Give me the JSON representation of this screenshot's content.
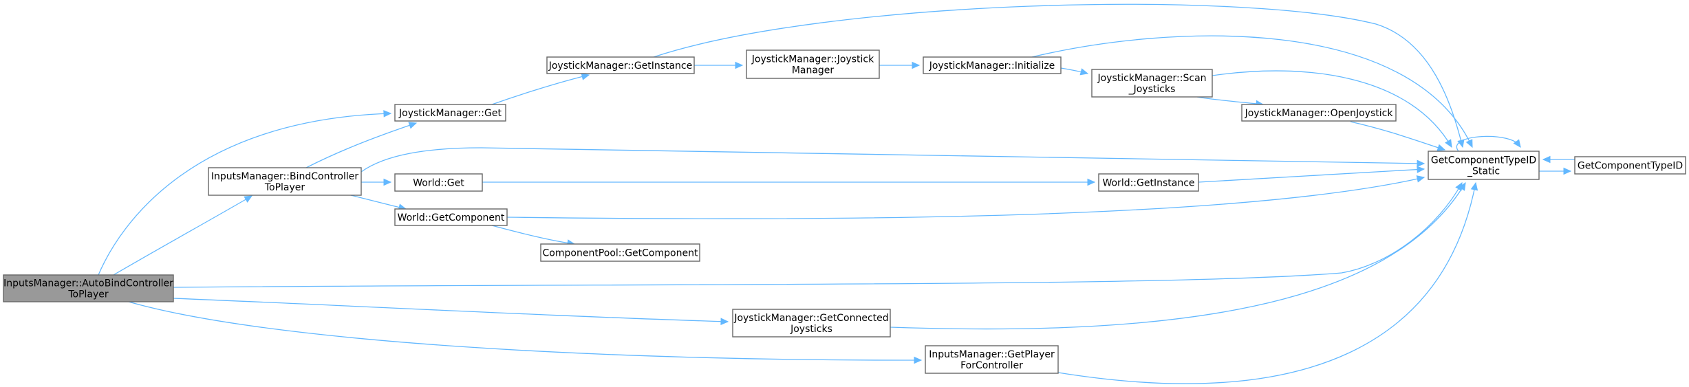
{
  "diagram": {
    "nodes": [
      {
        "id": "auto_bind",
        "lines": [
          "InputsManager::AutoBindController",
          "ToPlayer"
        ],
        "root": true
      },
      {
        "id": "bind_ctrl",
        "lines": [
          "InputsManager::BindController",
          "ToPlayer"
        ]
      },
      {
        "id": "js_get",
        "lines": [
          "JoystickManager::Get"
        ]
      },
      {
        "id": "js_getinst",
        "lines": [
          "JoystickManager::GetInstance"
        ]
      },
      {
        "id": "js_ctor",
        "lines": [
          "JoystickManager::Joystick",
          "Manager"
        ]
      },
      {
        "id": "js_init",
        "lines": [
          "JoystickManager::Initialize"
        ]
      },
      {
        "id": "js_scan",
        "lines": [
          "JoystickManager::Scan",
          "_Joysticks"
        ]
      },
      {
        "id": "js_open",
        "lines": [
          "JoystickManager::OpenJoystick"
        ]
      },
      {
        "id": "gct_static",
        "lines": [
          "GetComponentTypeID",
          "_Static"
        ]
      },
      {
        "id": "gct",
        "lines": [
          "GetComponentTypeID"
        ]
      },
      {
        "id": "world_get",
        "lines": [
          "World::Get"
        ]
      },
      {
        "id": "world_getinst",
        "lines": [
          "World::GetInstance"
        ]
      },
      {
        "id": "world_getcomp",
        "lines": [
          "World::GetComponent"
        ]
      },
      {
        "id": "pool_getcomp",
        "lines": [
          "ComponentPool::GetComponent"
        ]
      },
      {
        "id": "js_connected",
        "lines": [
          "JoystickManager::GetConnected",
          "Joysticks"
        ]
      },
      {
        "id": "im_getplayer",
        "lines": [
          "InputsManager::GetPlayer",
          "ForController"
        ]
      }
    ],
    "edges": [
      {
        "from": "auto_bind",
        "to": "js_get"
      },
      {
        "from": "auto_bind",
        "to": "bind_ctrl"
      },
      {
        "from": "auto_bind",
        "to": "gct_static"
      },
      {
        "from": "auto_bind",
        "to": "js_connected"
      },
      {
        "from": "auto_bind",
        "to": "im_getplayer"
      },
      {
        "from": "bind_ctrl",
        "to": "js_get"
      },
      {
        "from": "bind_ctrl",
        "to": "gct_static"
      },
      {
        "from": "bind_ctrl",
        "to": "world_get"
      },
      {
        "from": "bind_ctrl",
        "to": "world_getcomp"
      },
      {
        "from": "js_get",
        "to": "js_getinst"
      },
      {
        "from": "js_getinst",
        "to": "js_ctor"
      },
      {
        "from": "js_getinst",
        "to": "gct_static"
      },
      {
        "from": "js_ctor",
        "to": "js_init"
      },
      {
        "from": "js_init",
        "to": "js_scan"
      },
      {
        "from": "js_init",
        "to": "gct_static"
      },
      {
        "from": "js_scan",
        "to": "js_open"
      },
      {
        "from": "js_scan",
        "to": "gct_static"
      },
      {
        "from": "js_open",
        "to": "gct_static"
      },
      {
        "from": "gct_static",
        "to": "gct_static"
      },
      {
        "from": "gct_static",
        "to": "gct"
      },
      {
        "from": "gct",
        "to": "gct_static"
      },
      {
        "from": "world_get",
        "to": "world_getinst"
      },
      {
        "from": "world_getinst",
        "to": "gct_static"
      },
      {
        "from": "world_getcomp",
        "to": "gct_static"
      },
      {
        "from": "world_getcomp",
        "to": "pool_getcomp"
      },
      {
        "from": "js_connected",
        "to": "gct_static"
      },
      {
        "from": "im_getplayer",
        "to": "gct_static"
      }
    ]
  }
}
